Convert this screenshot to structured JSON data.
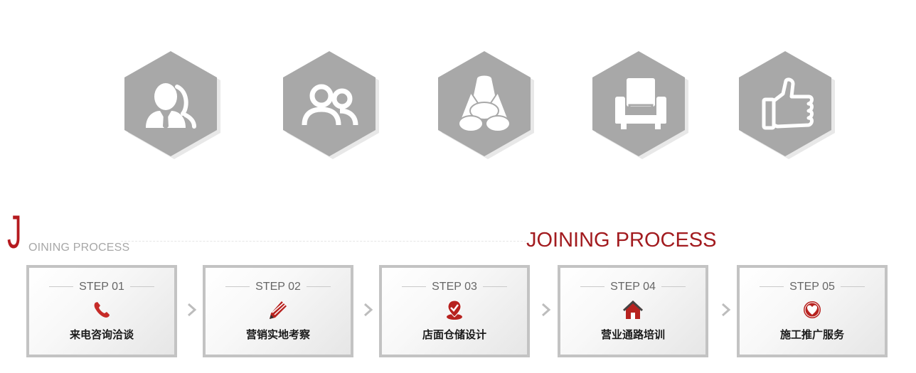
{
  "hexagons": [
    {
      "icon": "consultant-icon"
    },
    {
      "icon": "group-icon"
    },
    {
      "icon": "pipes-icon"
    },
    {
      "icon": "armchair-icon"
    },
    {
      "icon": "thumbs-up-icon"
    }
  ],
  "header": {
    "big_letter": "J",
    "subtitle": "OINING PROCESS",
    "title": "JOINING PROCESS"
  },
  "steps": [
    {
      "label": "STEP 01",
      "text": "来电咨询洽谈",
      "icon": "phone-icon"
    },
    {
      "label": "STEP 02",
      "text": "营销实地考察",
      "icon": "pencil-icon"
    },
    {
      "label": "STEP 03",
      "text": "店面仓储设计",
      "icon": "location-check-icon"
    },
    {
      "label": "STEP 04",
      "text": "营业通路培训",
      "icon": "house-icon"
    },
    {
      "label": "STEP 05",
      "text": "施工推广服务",
      "icon": "heart-icon"
    }
  ],
  "colors": {
    "accent": "#b51a1f",
    "hexagon_fill": "#a8a8a8",
    "step_border": "#c3c3c3"
  }
}
